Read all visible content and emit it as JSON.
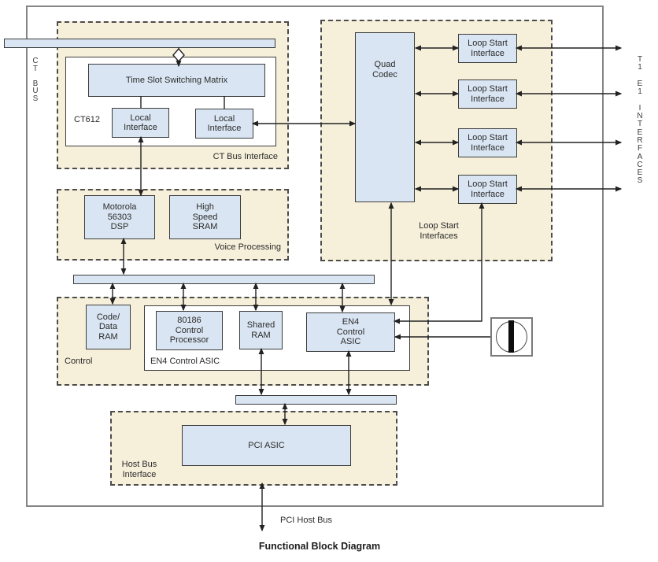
{
  "title": "Functional Block Diagram",
  "side_labels": {
    "ct_bus": "C\nT\n\nB\nU\nS",
    "t1_e1": "T\n1\n\nE\n1\n\nI\nN\nT\nE\nR\nF\nA\nC\nE\nS"
  },
  "colors": {
    "box_fill": "#d9e5f2",
    "panel_fill": "#f6efda",
    "line": "#222222",
    "outer_border": "#858585"
  },
  "ct_bus_interface": {
    "panel_label": "CT Bus Interface",
    "chip_label": "CT612",
    "switching_matrix": "Time Slot Switching Matrix",
    "local_interface_left": "Local\nInterface",
    "local_interface_right": "Local\nInterface"
  },
  "loop_start": {
    "panel_label": "Loop Start\nInterfaces",
    "quad_codec": "Quad\nCodec",
    "interfaces": [
      {
        "label": "Loop Start\nInterface"
      },
      {
        "label": "Loop Start\nInterface"
      },
      {
        "label": "Loop Start\nInterface"
      },
      {
        "label": "Loop Start\nInterface"
      }
    ]
  },
  "voice_processing": {
    "panel_label": "Voice Processing",
    "dsp": "Motorola\n56303\nDSP",
    "sram": "High\nSpeed\nSRAM"
  },
  "control": {
    "panel_label": "Control",
    "asic_group_label": "EN4 Control ASIC",
    "code_data_ram": "Code/\nData\nRAM",
    "processor": "80186\nControl\nProcessor",
    "shared_ram": "Shared\nRAM",
    "en4_asic": "EN4\nControl\nASIC"
  },
  "host_bus": {
    "panel_label": "Host Bus\nInterface",
    "pci_asic": "PCI ASIC",
    "external_bus_label": "PCI Host Bus"
  }
}
